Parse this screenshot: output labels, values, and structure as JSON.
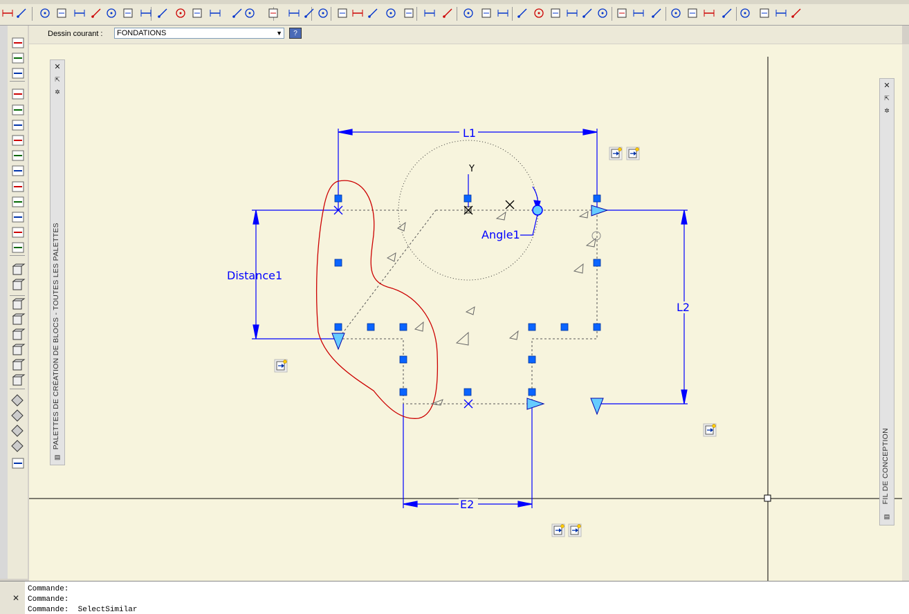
{
  "toolbar": {
    "icons": [
      "close-icon",
      "toolbar-square-icon",
      "parameter-point-icon",
      "parameter-linear-icon",
      "parameter-polar-icon",
      "parameter-xy-icon",
      "parameter-rotation-icon",
      "parameter-flip-icon",
      "parameter-visibility-icon",
      "parameter-lookup-icon",
      "parameter-basepoint-icon",
      "action-move-icon",
      "action-scale-icon",
      "action-stretch-icon",
      "action-polar-stretch-icon",
      "action-rotate-icon",
      "action-flip-icon",
      "action-array-icon",
      "action-lookup-icon",
      "attribute-definition-icon",
      "block-table-icon",
      "constraint-icon",
      "dimension-horizontal-icon",
      "dimension-vertical-icon",
      "dimension-aligned-icon",
      "dimension-angular-icon",
      "save-block-icon",
      "close-block-editor-icon"
    ]
  },
  "drawbar": {
    "label": "Dessin courant :",
    "current_value": "FONDATIONS",
    "help_label": "?"
  },
  "left_palette": {
    "title": "PALETTES DE CRÉATION DE BLOCS - TOUTES LES PALETTES"
  },
  "right_palette": {
    "title": "FIL DE CONCEPTION"
  },
  "drawing": {
    "labels": {
      "L1": "L1",
      "L2": "L2",
      "E2": "E2",
      "distance1": "Distance1",
      "angle1": "Angle1",
      "axis_y": "Y"
    },
    "colors": {
      "dimension": "#0000ff",
      "grip": "#0066ff",
      "selection": "#cc0000",
      "canvas": "#f7f4dd",
      "grip_triangle": "#66ccff"
    }
  },
  "command_line": {
    "lines": [
      "Commande:",
      "Commande:",
      "Commande:  SelectSimilar"
    ]
  }
}
